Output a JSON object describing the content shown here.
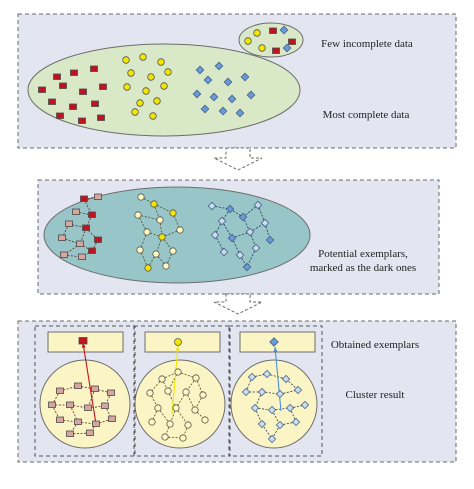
{
  "labels": {
    "few_incomplete": "Few incomplete data",
    "most_complete": "Most complete data",
    "potential_exemplars_1": "Potential exemplars,",
    "potential_exemplars_2": "marked as the dark ones",
    "obtained_exemplars": "Obtained exemplars",
    "cluster_result": "Cluster result"
  },
  "colors": {
    "panel_bg": "#e3e6f1",
    "panel_border": "#6b6b6b",
    "ellipse_green": "#d9e9c7",
    "ellipse_teal": "#98c5c7",
    "cluster_fill": "#fbf5c5",
    "red": "#c1121f",
    "yellow": "#f3e500",
    "blue": "#6b9bd6",
    "light_red": "#d8a6a1",
    "light_yellow": "#fff7c0",
    "light_blue": "#cfdceb",
    "arrow_fill": "#ffffff"
  },
  "markers": {
    "square": "square-marker",
    "circle": "circle-marker",
    "diamond": "diamond-marker"
  }
}
